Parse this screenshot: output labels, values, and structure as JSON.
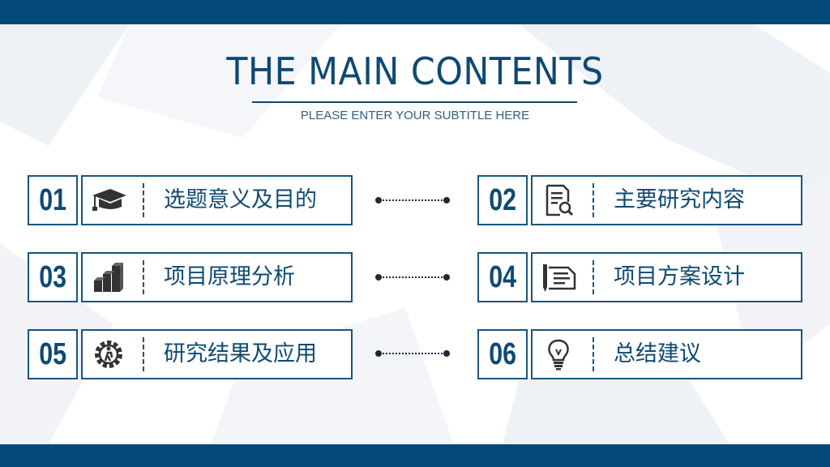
{
  "header": {
    "title": "THE MAIN CONTENTS",
    "subtitle": "PLEASE ENTER YOUR  SUBTITLE HERE"
  },
  "colors": {
    "accent": "#044a78",
    "text": "#0e4a72",
    "connector": "#1d2a36"
  },
  "items": [
    {
      "number": "01",
      "label": "选题意义及目的",
      "icon": "graduation-cap-icon"
    },
    {
      "number": "02",
      "label": "主要研究内容",
      "icon": "document-search-icon"
    },
    {
      "number": "03",
      "label": "项目原理分析",
      "icon": "bar-blocks-icon"
    },
    {
      "number": "04",
      "label": "项目方案设计",
      "icon": "pen-paper-icon"
    },
    {
      "number": "05",
      "label": "研究结果及应用",
      "icon": "gear-person-icon"
    },
    {
      "number": "06",
      "label": "总结建议",
      "icon": "lightbulb-icon"
    }
  ]
}
